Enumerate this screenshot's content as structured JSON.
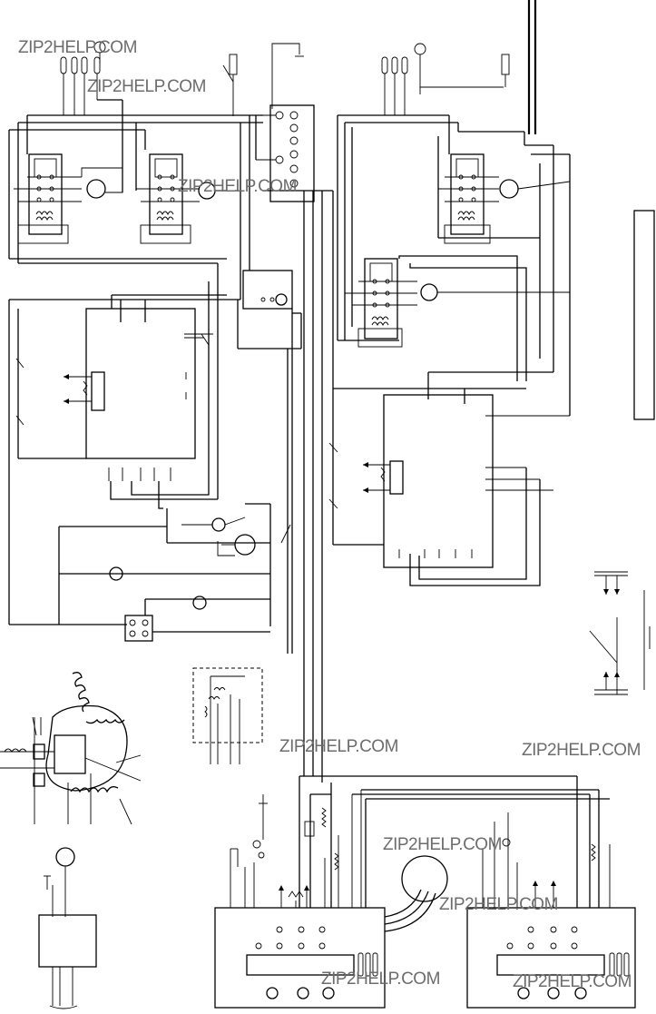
{
  "watermarks": [
    "ZIP2HELP.COM",
    "ZIP2HELP.COM",
    "ZIP2HELP.COM",
    "ZIP2HELP.COM",
    "ZIP2HELP.COM",
    "ZIP2HELP.COM",
    "ZIP2HELP.COM",
    "ZIP2HELP.COM",
    "ZIP2HELP.COM"
  ]
}
